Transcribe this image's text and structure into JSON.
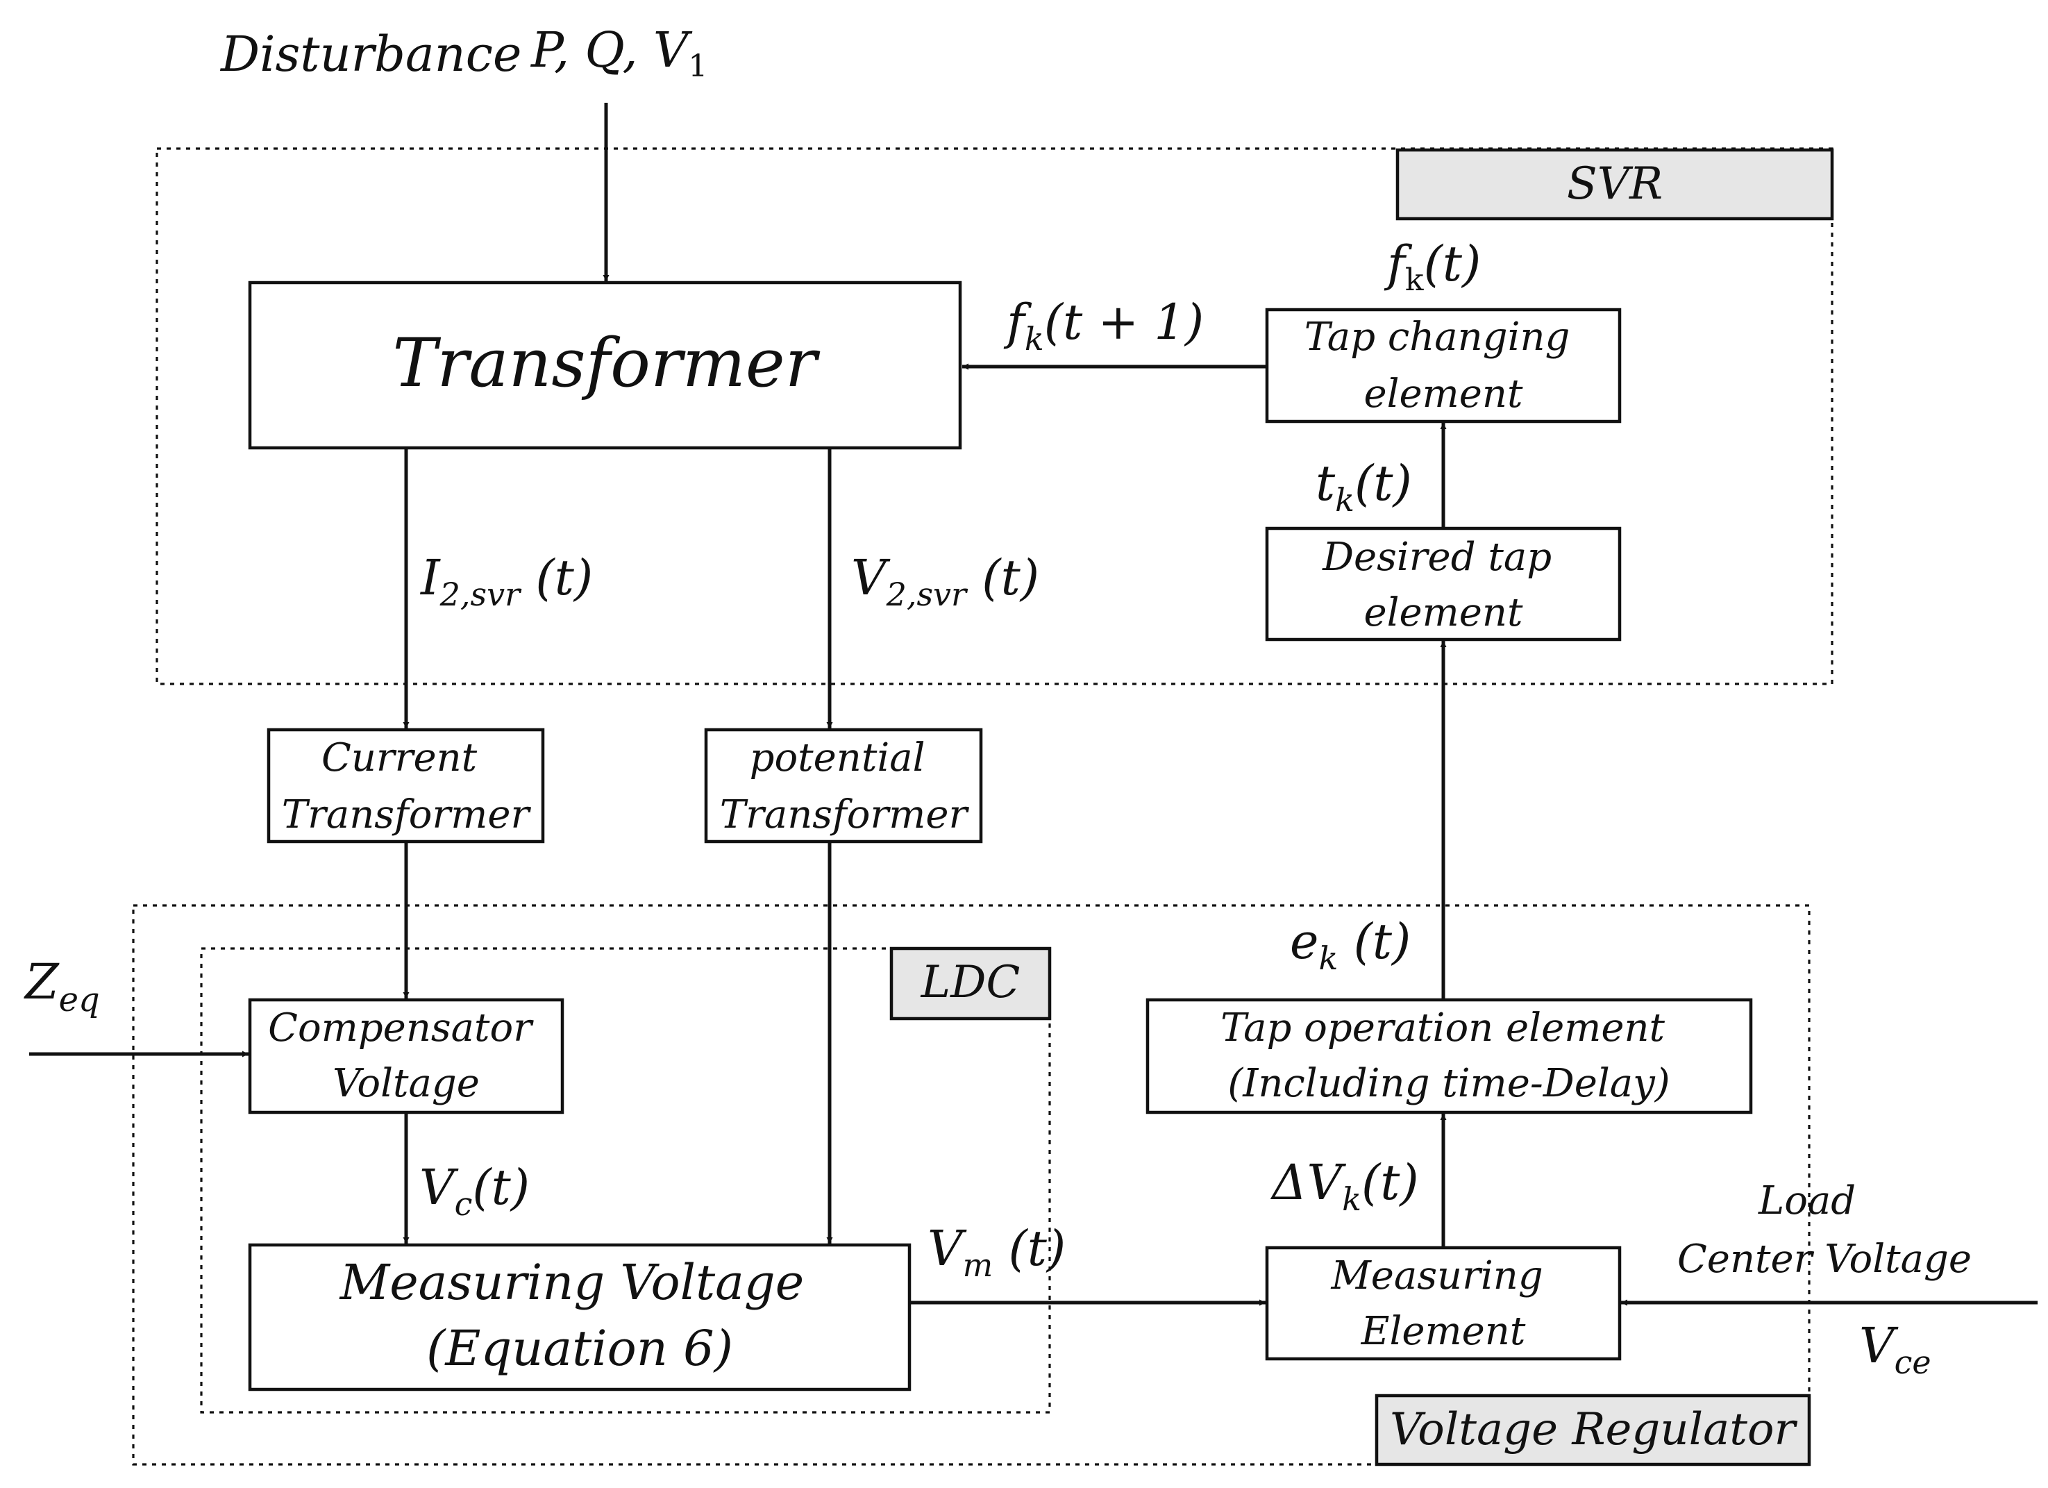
{
  "inputs": {
    "disturbance": "Disturbance",
    "pqv": "P, Q, V",
    "pqv_sub": "1",
    "zeq_main": "Z",
    "zeq_sub": "eq",
    "load_center_line1": "Load",
    "load_center_line2": "Center Voltage",
    "vce_main": "V",
    "vce_sub": "ce"
  },
  "regions": {
    "svr": "SVR",
    "ldc": "LDC",
    "voltage_regulator": "Voltage Regulator"
  },
  "blocks": {
    "transformer": "Transformer",
    "tap_changing": [
      "Tap changing",
      "element"
    ],
    "desired_tap": [
      "Desired tap",
      "element"
    ],
    "current_transformer": [
      "Current",
      "Transformer"
    ],
    "potential_transformer": [
      "potential",
      "Transformer"
    ],
    "compensator_voltage": [
      "Compensator",
      "Voltage"
    ],
    "measuring_voltage": [
      "Measuring Voltage",
      "(Equation 6)"
    ],
    "tap_operation": [
      "Tap operation element",
      "(Including time-Delay)"
    ],
    "measuring_element": [
      "Measuring",
      "Element"
    ]
  },
  "signals": {
    "fk_t": {
      "main": "f",
      "sub": "k",
      "arg": "(t)"
    },
    "fk_t1": {
      "main": "f",
      "sub": "k",
      "arg": "(t + 1)"
    },
    "tk_t": {
      "main": "t",
      "sub": "k",
      "arg": "(t)"
    },
    "i2svr": {
      "main": "I",
      "sub": "2,svr",
      "arg": " (t)"
    },
    "v2svr": {
      "main": "V",
      "sub": "2,svr",
      "arg": " (t)"
    },
    "ek_t": {
      "main": "e",
      "sub": "k",
      "arg": " (t)"
    },
    "vc_t": {
      "main": "V",
      "sub": "c",
      "arg": "(t)"
    },
    "vm_t": {
      "main": "V",
      "sub": "m",
      "arg": " (t)"
    },
    "dvk_t": {
      "main": "ΔV",
      "sub": "k",
      "arg": "(t)"
    }
  }
}
